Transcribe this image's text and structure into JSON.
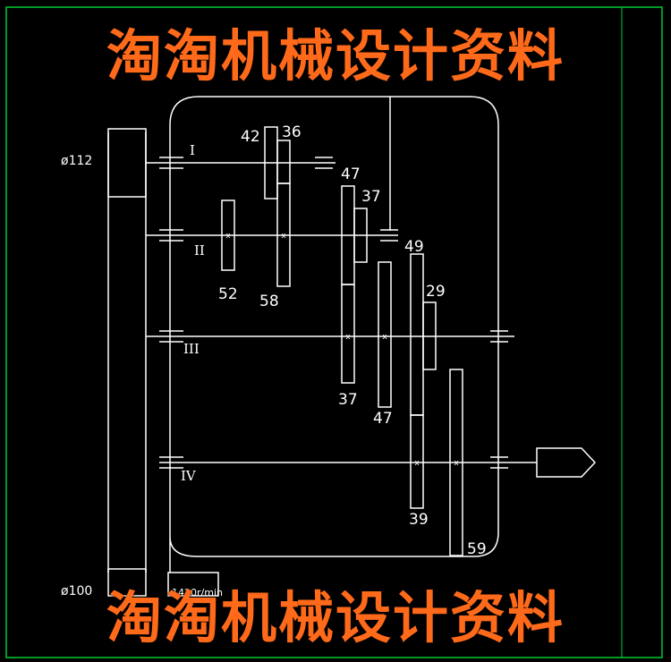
{
  "watermark": {
    "top": "淘淘机械设计资料",
    "bottom": "淘淘机械设计资料"
  },
  "colors": {
    "background": "#000000",
    "border": "#00cc33",
    "lines": "#ffffff",
    "watermark": "#ff6a1a"
  },
  "pulleys": {
    "upper": "ø112",
    "lower": "ø100"
  },
  "motor": {
    "label": "1420r/min"
  },
  "shafts": [
    "I",
    "II",
    "III",
    "IV"
  ],
  "gears": {
    "g42": "42",
    "g36": "36",
    "g47a": "47",
    "g37a": "37",
    "g49": "49",
    "g52": "52",
    "g58": "58",
    "g29": "29",
    "g37b": "37",
    "g47b": "47",
    "g39": "39",
    "g59": "59"
  }
}
